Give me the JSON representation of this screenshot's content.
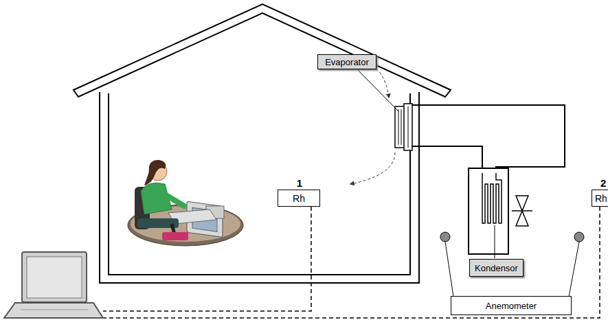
{
  "diagram": {
    "nodes": [
      {
        "text": [
          "Evaporator"
        ]
      },
      {
        "text": [
          "1",
          "Rh"
        ]
      },
      {
        "text": [
          "Kondensor"
        ]
      },
      {
        "text": [
          "2",
          "Rh"
        ]
      },
      {
        "text": [
          "Anemometer"
        ]
      }
    ]
  }
}
